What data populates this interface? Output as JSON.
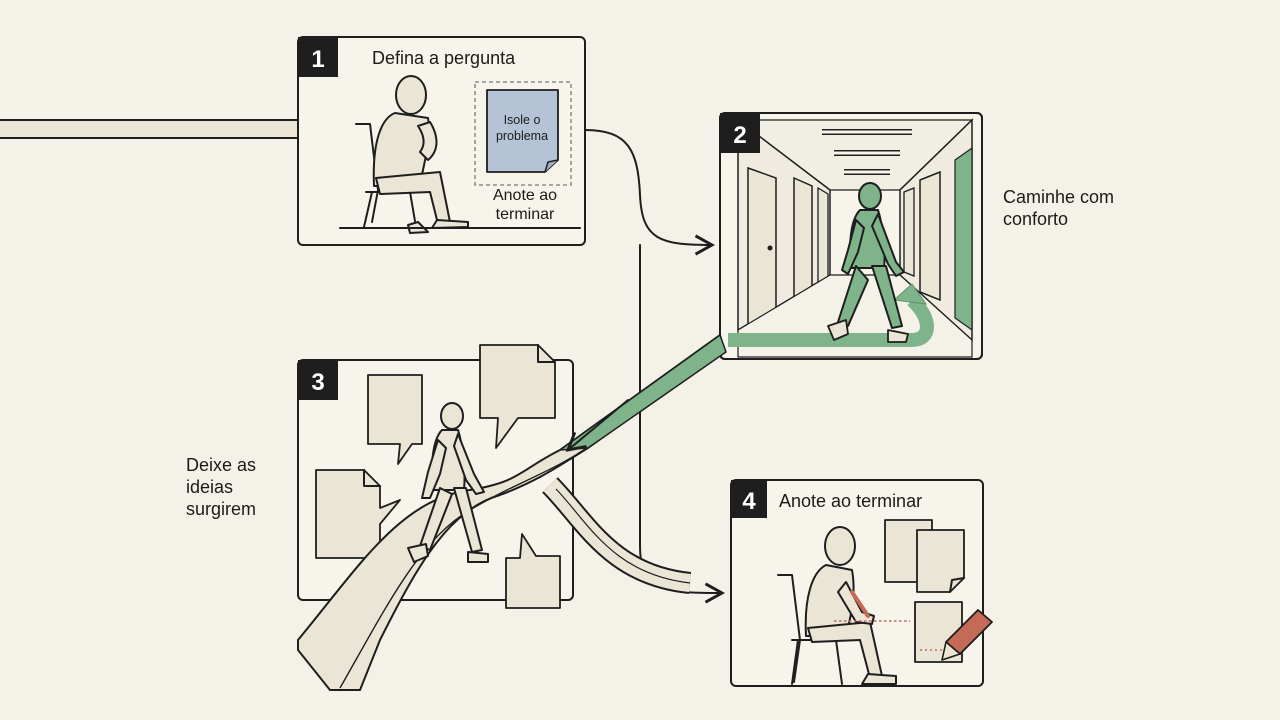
{
  "steps": [
    {
      "number": "1",
      "title": "Defina a pergunta",
      "note": [
        "Isole o",
        "problema"
      ],
      "caption": [
        "Anote ao",
        "terminar"
      ]
    },
    {
      "number": "2",
      "label": [
        "Caminhe com",
        "conforto"
      ]
    },
    {
      "number": "3",
      "label": [
        "Deixe as",
        "ideias",
        "surgirem"
      ]
    },
    {
      "number": "4",
      "title": "Anote ao terminar"
    }
  ],
  "colors": {
    "background": "#f4f1e8",
    "path": "#ebe5d5",
    "green": "#7fb389",
    "note_blue": "#b4c4d6",
    "badge": "#1e1e1e",
    "pencil": "#c46a57"
  }
}
